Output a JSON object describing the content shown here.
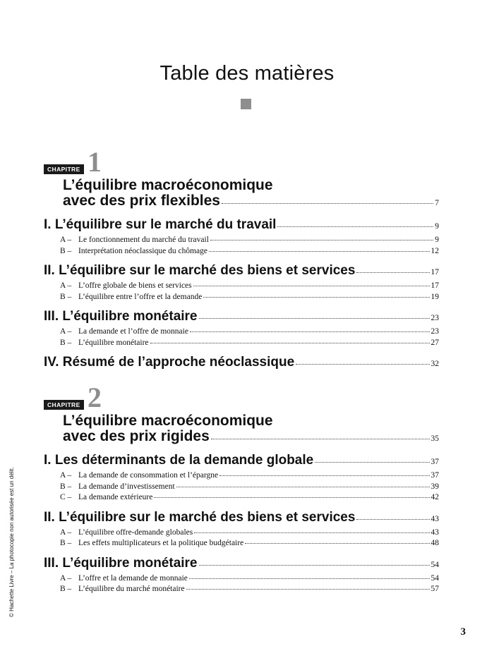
{
  "title": "Table des matières",
  "chapters": [
    {
      "badge": "CHAPITRE",
      "number": "1",
      "title_line1": "L’équilibre macroéconomique",
      "title_line2": "avec des prix flexibles",
      "page": "7",
      "sections": [
        {
          "label": "I.  L’équilibre sur le marché du travail",
          "page": "9",
          "items": [
            {
              "key": "A –",
              "label": "Le fonctionnement du marché du travail",
              "page": "9"
            },
            {
              "key": "B –",
              "label": "Interprétation néoclassique du chômage",
              "page": "12"
            }
          ]
        },
        {
          "label": "II.  L’équilibre sur le marché des biens et services",
          "page": "17",
          "items": [
            {
              "key": "A –",
              "label": "L’offre globale de biens et services",
              "page": "17"
            },
            {
              "key": "B –",
              "label": "L’équilibre entre l’offre et la demande",
              "page": "19"
            }
          ]
        },
        {
          "label": "III.  L’équilibre monétaire",
          "page": "23",
          "items": [
            {
              "key": "A –",
              "label": "La demande et l’offre de monnaie",
              "page": "23"
            },
            {
              "key": "B –",
              "label": "L’équilibre monétaire",
              "page": "27"
            }
          ]
        },
        {
          "label": "IV.  Résumé de l’approche néoclassique",
          "page": "32",
          "items": []
        }
      ]
    },
    {
      "badge": "CHAPITRE",
      "number": "2",
      "title_line1": "L’équilibre macroéconomique",
      "title_line2": "avec des prix rigides",
      "page": "35",
      "sections": [
        {
          "label": "I.  Les déterminants de la demande globale",
          "page": "37",
          "items": [
            {
              "key": "A –",
              "label": "La demande de consommation et l’épargne",
              "page": "37"
            },
            {
              "key": "B –",
              "label": "La demande d’investissement",
              "page": "39"
            },
            {
              "key": "C –",
              "label": "La demande extérieure",
              "page": "42"
            }
          ]
        },
        {
          "label": "II.  L’équilibre sur le marché des biens et services",
          "page": "43",
          "items": [
            {
              "key": "A –",
              "label": "L’équilibre offre-demande globales",
              "page": "43"
            },
            {
              "key": "B –",
              "label": "Les effets multiplicateurs et la politique budgétaire",
              "page": "48"
            }
          ]
        },
        {
          "label": "III.  L’équilibre monétaire",
          "page": "54",
          "items": [
            {
              "key": "A –",
              "label": "L’offre et la demande de monnaie",
              "page": "54"
            },
            {
              "key": "B –",
              "label": "L’équilibre du marché monétaire",
              "page": "57"
            }
          ]
        }
      ]
    }
  ],
  "side_note": "© Hachette Livre – La photocopie non autorisée est un délit.",
  "page_number": "3"
}
